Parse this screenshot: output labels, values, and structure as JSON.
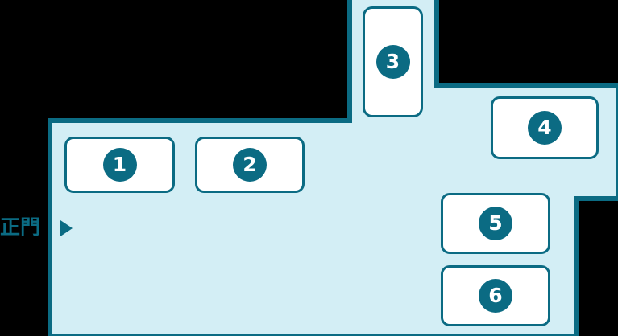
{
  "map": {
    "name": "campus-floor-map",
    "gate": {
      "label": "正門",
      "arrow_icon": "triangle-right-icon"
    },
    "colors": {
      "area_fill": "#d3eef5",
      "outline": "#0b6b83",
      "badge_fill": "#0b6b83",
      "room_fill": "#ffffff",
      "background": "#000000",
      "badge_text": "#ffffff"
    },
    "rooms": [
      {
        "id": "room-1",
        "number": "1"
      },
      {
        "id": "room-2",
        "number": "2"
      },
      {
        "id": "room-3",
        "number": "3"
      },
      {
        "id": "room-4",
        "number": "4"
      },
      {
        "id": "room-5",
        "number": "5"
      },
      {
        "id": "room-6",
        "number": "6"
      }
    ]
  }
}
